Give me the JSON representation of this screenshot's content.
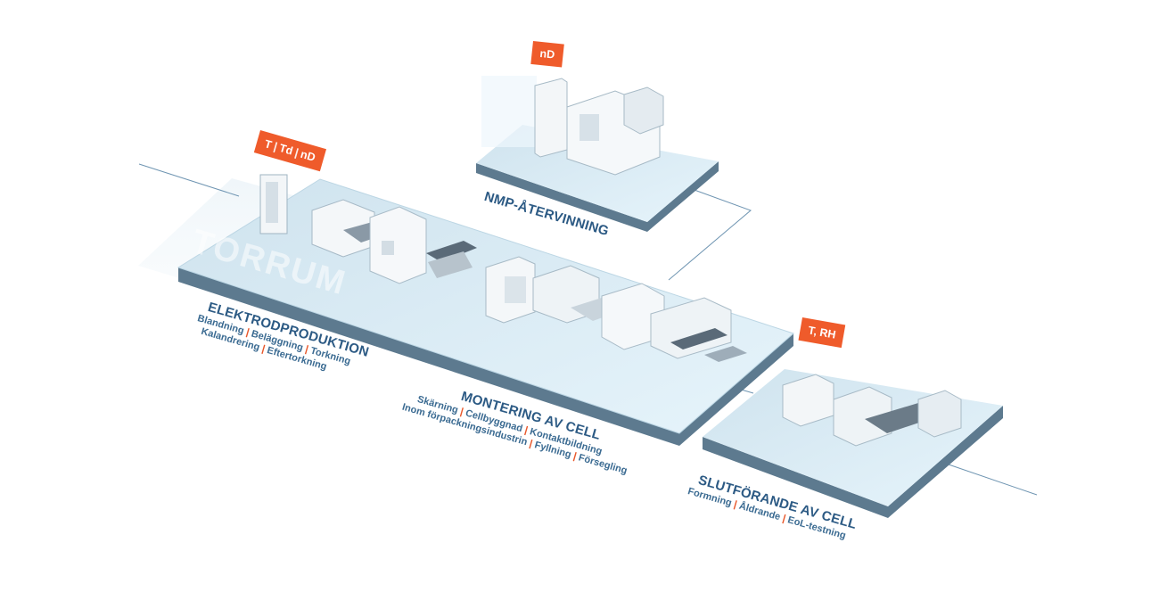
{
  "badges": {
    "elektrod": [
      "T",
      "Td",
      "nD"
    ],
    "nmp": [
      "nD"
    ],
    "slut": [
      "T, RH"
    ]
  },
  "watermark": "TORRUM",
  "sections": {
    "elektrod": {
      "title": "ELEKTRODPRODUKTION",
      "line1": [
        "Blandning",
        "Beläggning",
        "Torkning"
      ],
      "line2": [
        "Kalandrering",
        "Eftertorkning"
      ]
    },
    "montering": {
      "title": "MONTERING AV CELL",
      "line1": [
        "Skärning",
        "Cellbyggnad",
        "Kontaktbildning"
      ],
      "line2": [
        "Inom förpackningsindustrin",
        "Fyllning",
        "Försegling"
      ]
    },
    "nmp": {
      "title": "NMP-ÅTERVINNING"
    },
    "slut": {
      "title": "SLUTFÖRANDE AV CELL",
      "line1": [
        "Formning",
        "Åldrande",
        "EoL-testning"
      ]
    }
  },
  "colors": {
    "accent": "#ef5b2b",
    "text": "#2c5a84",
    "platform_top": "#d9ecf6",
    "platform_side": "#5f7d92"
  }
}
